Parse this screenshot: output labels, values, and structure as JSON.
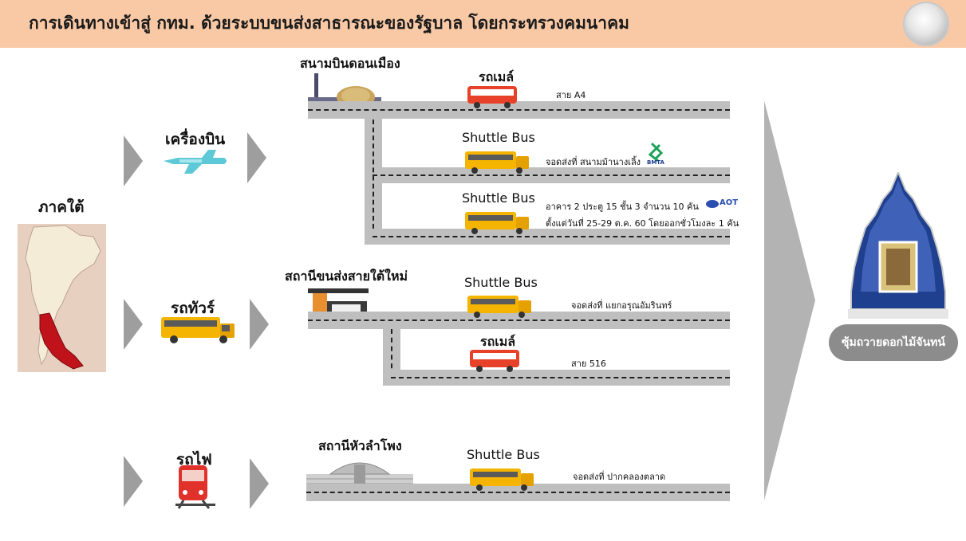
{
  "title": "การเดินทางเข้าสู่ กทม. ด้วยระบบขนส่งสาธารณะของรัฐบาล โดยกระทรวงคมนาคม",
  "region": "ภาคใต้",
  "modes": {
    "plane": "เครื่องบิน",
    "tour_bus": "รถทัวร์",
    "train": "รถไฟ"
  },
  "airport": {
    "name": "สนามบินดอนเมือง",
    "routes": [
      {
        "vehicle": "รถเมล์",
        "note": "สาย A4"
      },
      {
        "vehicle": "Shuttle Bus",
        "note": "จอดส่งที่ สนามม้านางเลิ้ง",
        "logo": "BMTA"
      },
      {
        "vehicle": "Shuttle Bus",
        "note": "อาคาร 2 ประตู 15 ชั้น 3 จำนวน 10 คัน",
        "note2": "ตั้งแต่วันที่ 25-29 ต.ค. 60 โดยออกชั่วโมงละ 1 คัน",
        "logo": "AOT"
      }
    ]
  },
  "bus_terminal": {
    "name": "สถานีขนส่งสายใต้ใหม่",
    "routes": [
      {
        "vehicle": "Shuttle Bus",
        "note": "จอดส่งที่ แยกอรุณอัมรินทร์"
      },
      {
        "vehicle": "รถเมล์",
        "note": "สาย 516"
      }
    ]
  },
  "rail_station": {
    "name": "สถานีหัวลำโพง",
    "routes": [
      {
        "vehicle": "Shuttle Bus",
        "note": "จอดส่งที่ ปากคลองตลาด"
      }
    ]
  },
  "destination": "ซุ้มถวายดอกไม้จันทน์",
  "colors": {
    "header_bg": "#f9c9a6",
    "road": "#bfbfbf",
    "arrow": "#9e9e9e",
    "red_bus": "#e8412a",
    "yellow_bus": "#f4b400",
    "region_highlight": "#c0121b",
    "shrine_blue": "#1f3f8f"
  },
  "icons": [
    "plane-icon",
    "tour-bus-icon",
    "train-icon",
    "red-bus-icon",
    "shuttle-bus-icon",
    "royal-seal-icon"
  ]
}
